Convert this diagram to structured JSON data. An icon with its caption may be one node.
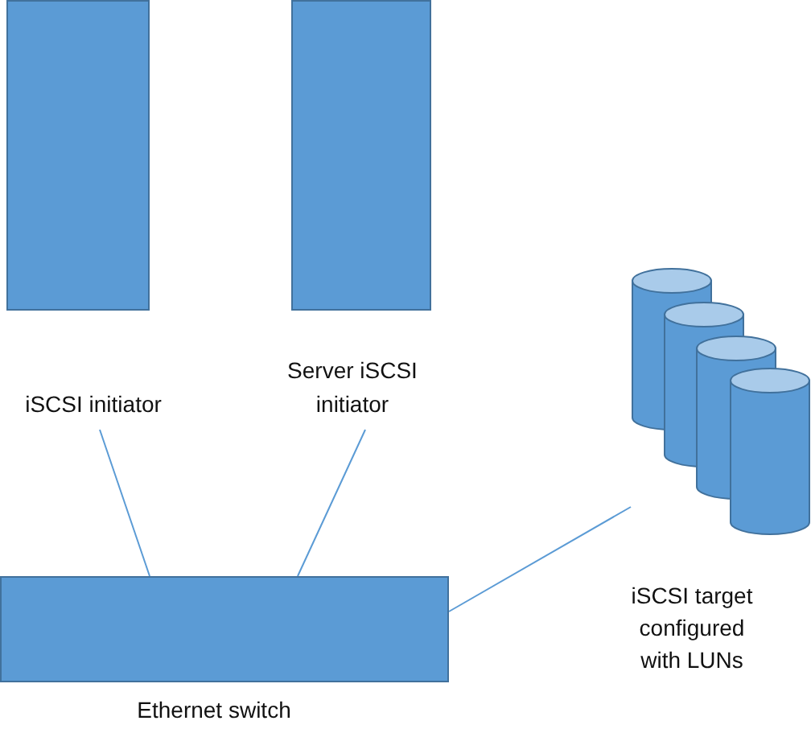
{
  "diagram": {
    "nodes": [
      {
        "text": [
          "iSCSI initiator"
        ]
      },
      {
        "text": [
          "Server iSCSI initiator"
        ]
      },
      {
        "text": [
          "Ethernet switch"
        ]
      },
      {
        "text": [],
        "shape": "cylinder",
        "beside": [
          "iSCSI target configured with LUNs"
        ]
      }
    ],
    "edges": [
      {
        "from": 0,
        "to": 2,
        "arrow": "none"
      },
      {
        "from": 1,
        "to": 2,
        "arrow": "none"
      },
      {
        "from": 2,
        "to": 3,
        "arrow": "none"
      }
    ]
  }
}
